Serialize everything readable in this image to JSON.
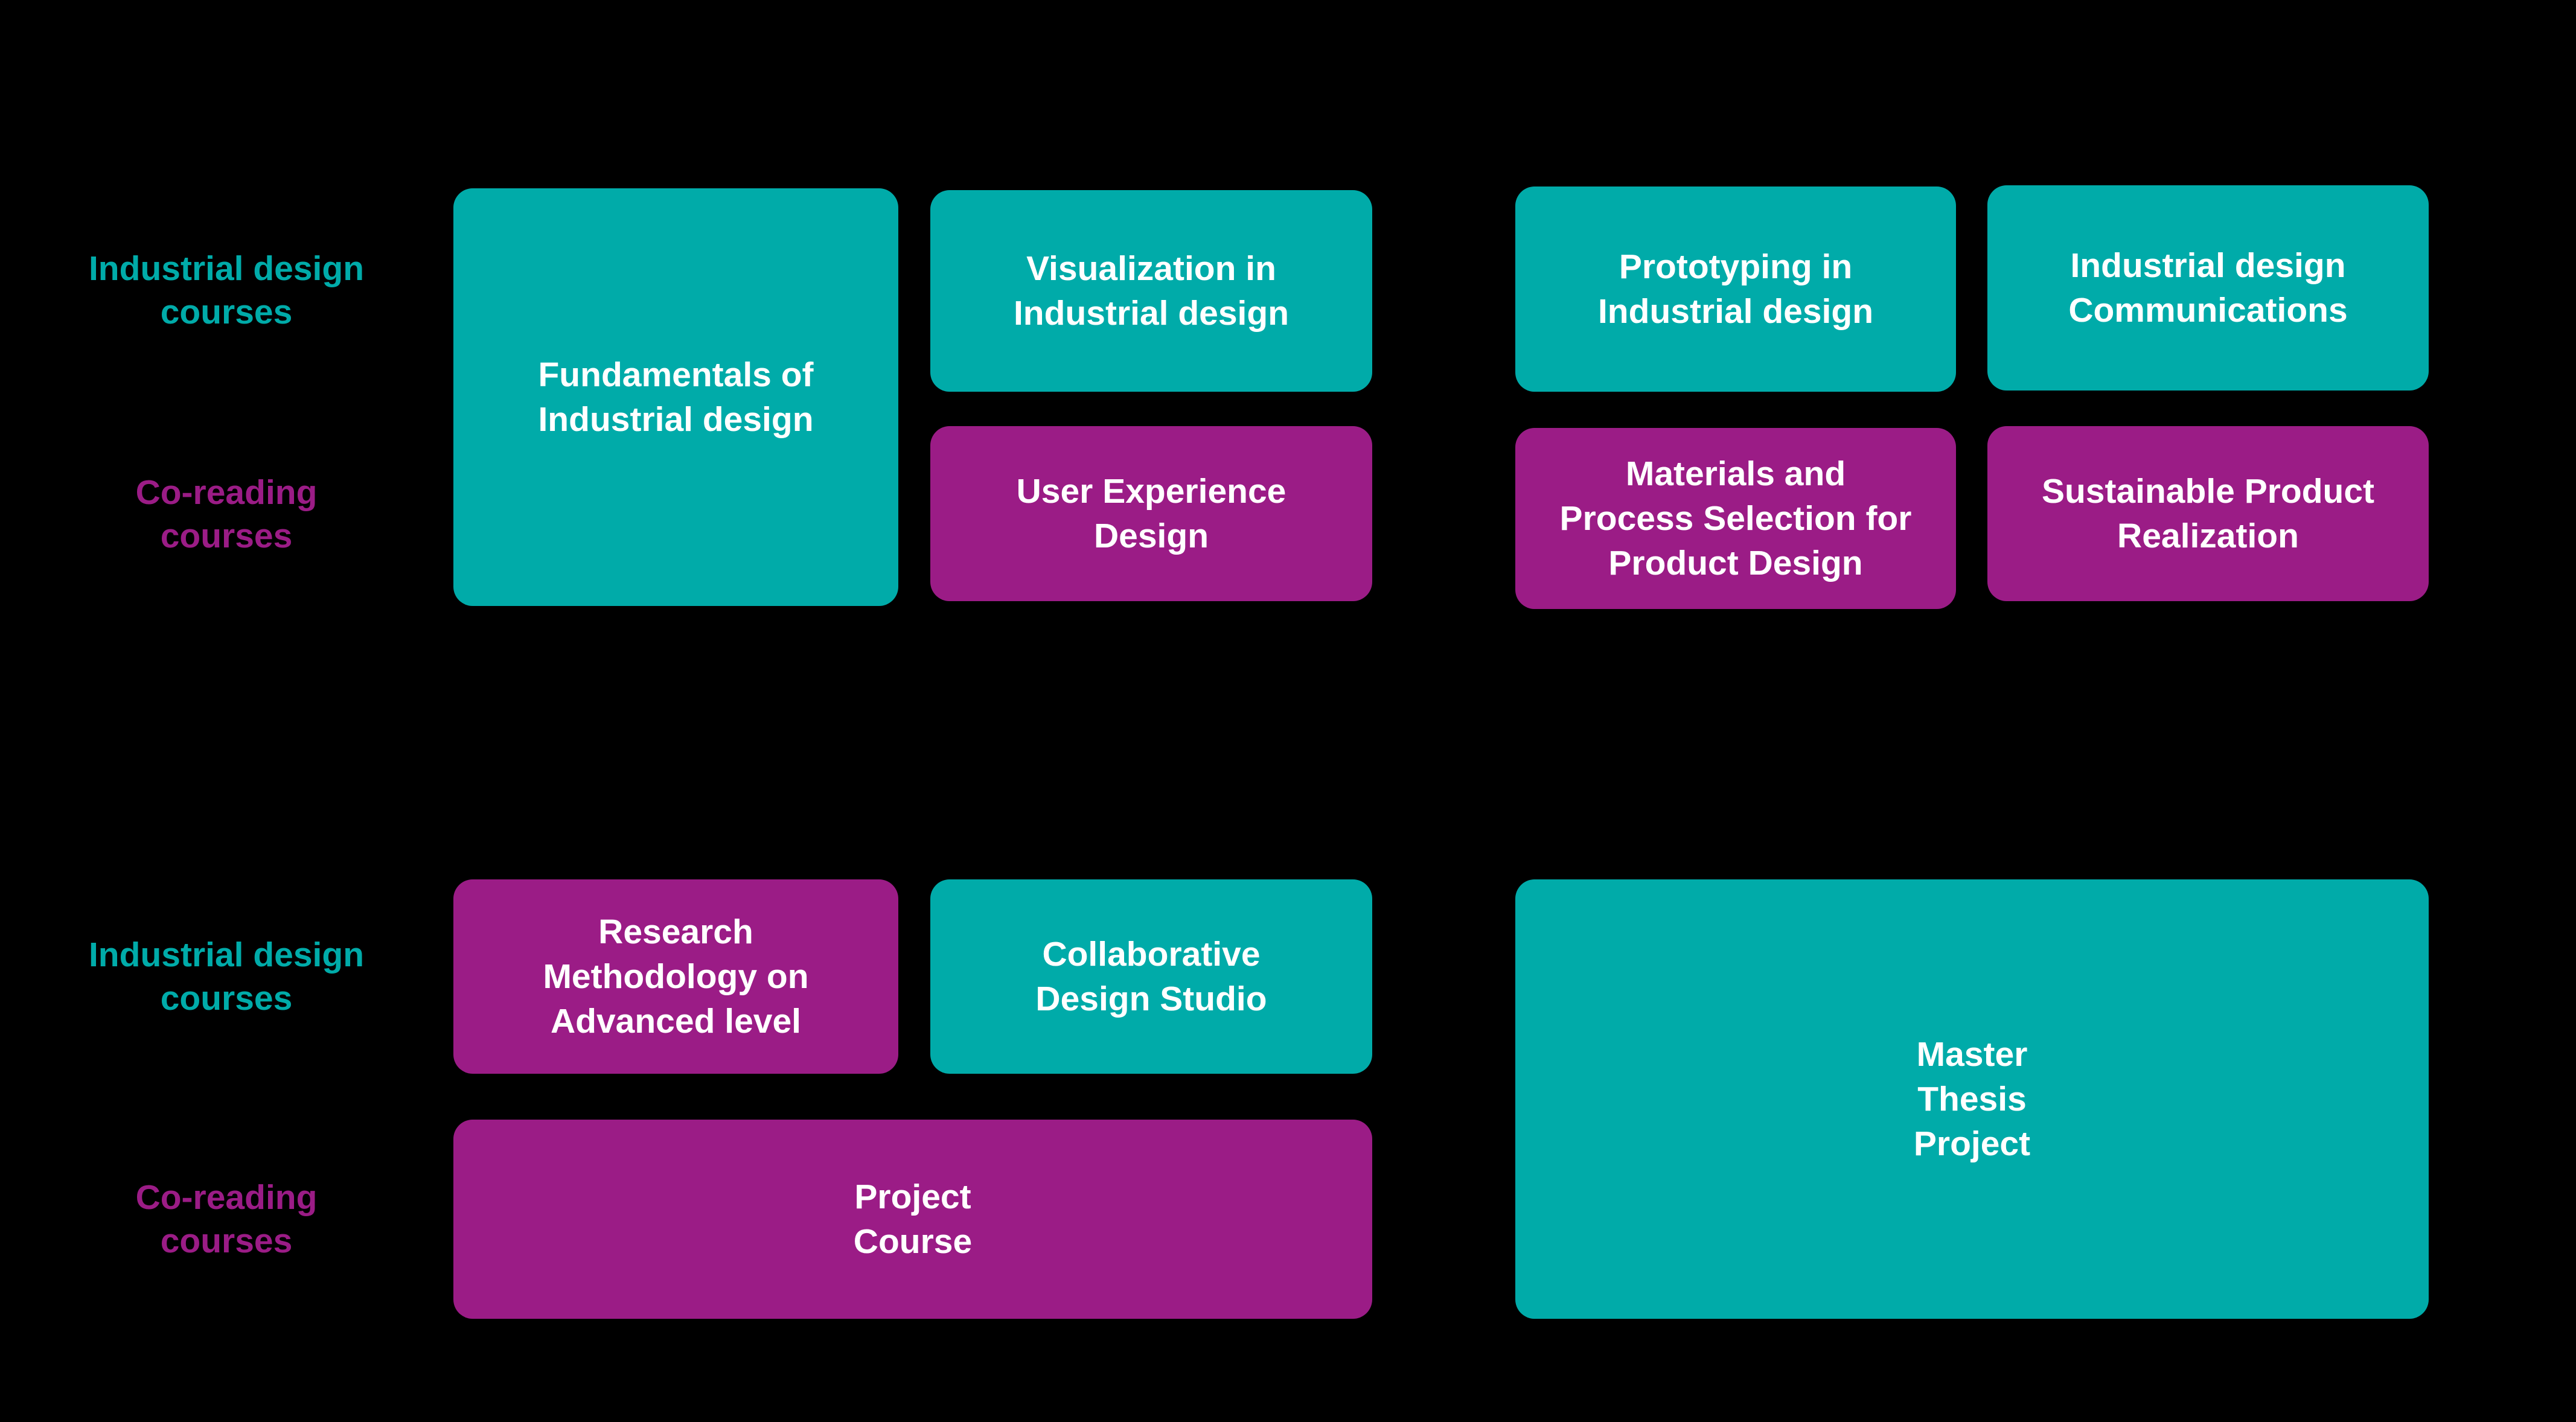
{
  "page": {
    "description": "Curriculum block diagram with two course groups repeated over two sections",
    "background": "#000000"
  },
  "colors": {
    "industrial_design": "#00aba9",
    "co_reading": "#9b1c86",
    "background": "#000000",
    "box_text": "#ffffff"
  },
  "labels": {
    "s1_industrial": {
      "lines": [
        "Industrial design",
        "courses"
      ]
    },
    "s1_coreading": {
      "lines": [
        "Co-reading",
        "courses"
      ]
    },
    "s2_industrial": {
      "lines": [
        "Industrial design",
        "courses"
      ]
    },
    "s2_coreading": {
      "lines": [
        "Co-reading",
        "courses"
      ]
    }
  },
  "courses": {
    "fundamentals": {
      "type": "industrial-design",
      "lines": [
        "Fundamentals of",
        "Industrial design"
      ]
    },
    "visualization": {
      "type": "industrial-design",
      "lines": [
        "Visualization in",
        "Industrial design"
      ]
    },
    "ux": {
      "type": "co-reading",
      "lines": [
        "User Experience",
        "Design"
      ]
    },
    "prototyping": {
      "type": "industrial-design",
      "lines": [
        "Prototyping in",
        "Industrial design"
      ]
    },
    "materials": {
      "type": "co-reading",
      "lines": [
        "Materials and",
        "Process Selection for",
        "Product Design"
      ]
    },
    "communications": {
      "type": "industrial-design",
      "lines": [
        "Industrial design",
        "Communications"
      ]
    },
    "sustainable": {
      "type": "co-reading",
      "lines": [
        "Sustainable Product",
        "Realization"
      ]
    },
    "research": {
      "type": "co-reading",
      "lines": [
        "Research",
        "Methodology on",
        "Advanced level"
      ]
    },
    "collaborative": {
      "type": "industrial-design",
      "lines": [
        "Collaborative",
        "Design Studio"
      ]
    },
    "project": {
      "type": "co-reading",
      "lines": [
        "Project",
        "Course"
      ]
    },
    "thesis": {
      "type": "industrial-design",
      "lines": [
        "Master",
        "Thesis",
        "Project"
      ]
    }
  }
}
